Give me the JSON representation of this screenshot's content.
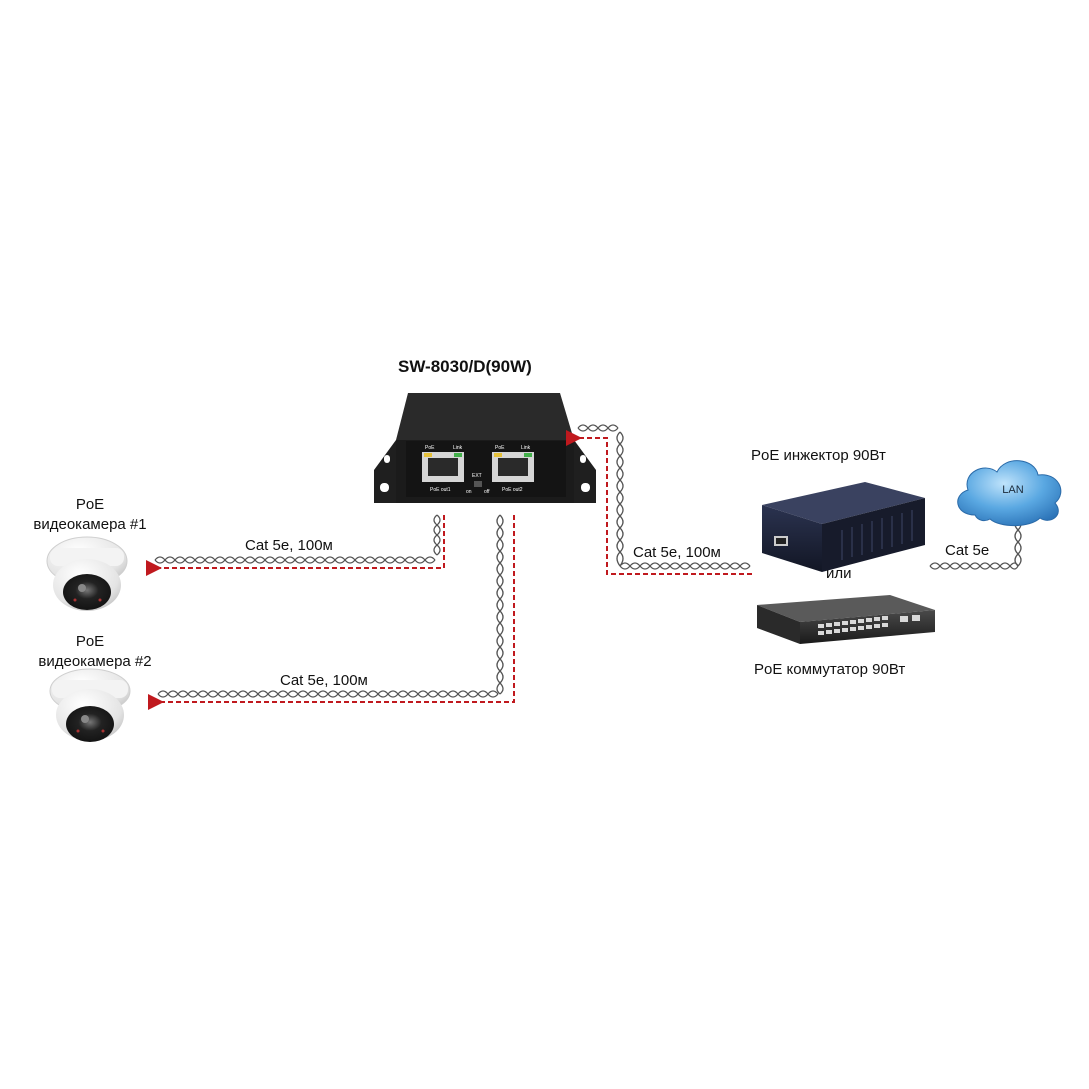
{
  "device": {
    "title": "SW-8030/D(90W)",
    "port1": {
      "poe": "PoE",
      "link": "Link",
      "name": "PoE  out1"
    },
    "port2": {
      "poe": "PoE",
      "link": "Link",
      "name": "PoE  out2"
    },
    "switch": {
      "label": "EXT",
      "on": "on",
      "off": "off"
    }
  },
  "cameras": [
    {
      "line1": "PoE",
      "line2": "видеокамера #1"
    },
    {
      "line1": "PoE",
      "line2": "видеокамера #2"
    }
  ],
  "cables": {
    "camera1": "Cat 5e, 100м",
    "camera2": "Cat 5e, 100м",
    "uplink": "Cat 5e, 100м",
    "lan": "Cat 5e"
  },
  "injector_label": "PoE инжектор 90Вт",
  "or_label": "или",
  "switch_label": "PoE коммутатор 90Вт",
  "cloud_label": "LAN",
  "colors": {
    "power_arrow": "#c0191e",
    "cloud": "#3f8fd0",
    "device_body": "#1b1b1b"
  }
}
